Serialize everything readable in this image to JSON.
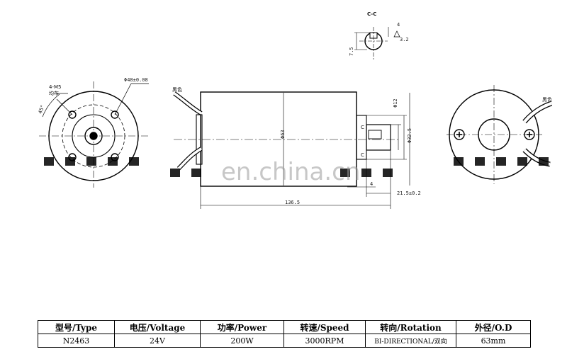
{
  "drawing": {
    "section_title": "C-C",
    "holes_label_line1": "4-M5",
    "holes_label_line2": "均布",
    "angle_label": "45°",
    "pcd_label": "Φ48±0.08",
    "wire_color_left": "黑色",
    "wire_color_right": "黑色",
    "shaft_dia_label": "Φ12",
    "boss_dia_label": "Φ32.5",
    "body_dia_label": "Φ63",
    "overall_length_label": "136.5",
    "shaft_length_label": "21.5±0.2",
    "key_length_label": "4",
    "key_width_label": "4",
    "flat_depth_label": "7.5",
    "roughness_label": "3.2",
    "section_marker": "C",
    "watermark": "en.china.cn"
  },
  "spec_table": {
    "headers": [
      "型号/Type",
      "电压/Voltage",
      "功率/Power",
      "转速/Speed",
      "转向/Rotation",
      "外径/O.D"
    ],
    "values": [
      "N2463",
      "24V",
      "200W",
      "3000RPM",
      "BI-DIRECTIONAL/双向",
      "63mm"
    ]
  }
}
